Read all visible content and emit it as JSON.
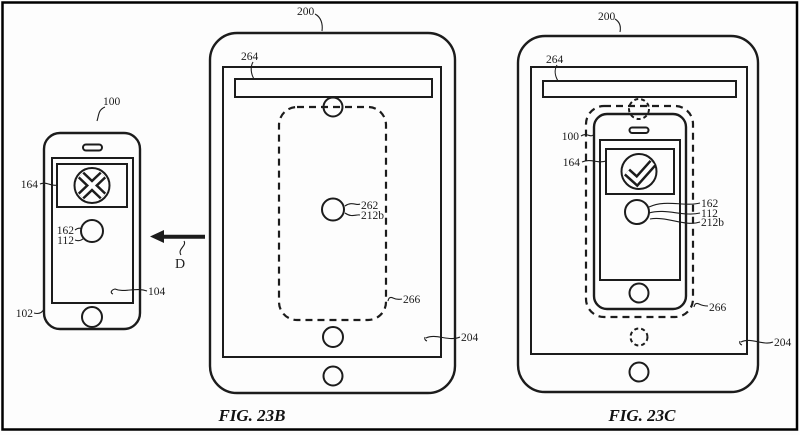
{
  "palette": {
    "line": "#1c1c1c",
    "background": "#fdfdfd"
  },
  "phone": {
    "ref": "100",
    "error_box": "164",
    "affordance": "162",
    "touch_input": "112",
    "screen": "104",
    "body": "102",
    "direction": "D"
  },
  "tablet_b": {
    "ref": "200",
    "status_bar": "264",
    "target": "262",
    "location": "212b",
    "phone_outline": "266",
    "display": "204",
    "caption": "FIG. 23B"
  },
  "tablet_c": {
    "ref": "200",
    "status_bar": "264",
    "phone_ref": "100",
    "confirm_box": "164",
    "affordance": "162",
    "touch_input": "112",
    "location": "212b",
    "phone_outline": "266",
    "display": "204",
    "caption": "FIG. 23C"
  }
}
